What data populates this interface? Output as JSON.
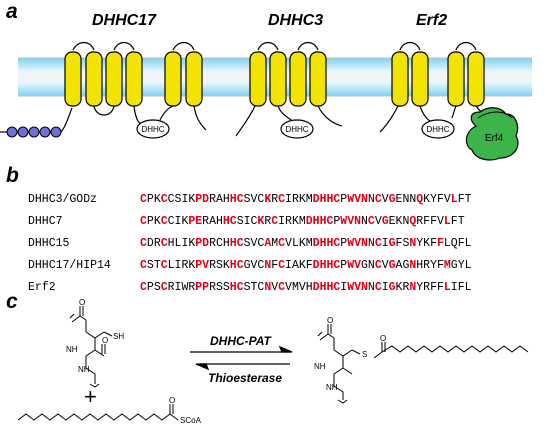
{
  "panel_a": {
    "letter": "a",
    "proteins": [
      "DHHC17",
      "DHHC3",
      "Erf2"
    ],
    "domain_label": "DHHC",
    "partner_label": "Erf4"
  },
  "panel_b": {
    "letter": "b",
    "alignment": [
      {
        "name": "DHHC3/GODz",
        "seq": "CPKCCSIKPDRAHHCSVCKRCIRKMDHHCPWVNNCVGENNQKYFVLFT",
        "red": [
          0,
          3,
          8,
          9,
          13,
          14,
          18,
          20,
          25,
          26,
          27,
          28,
          30,
          31,
          32,
          34,
          36,
          40,
          45
        ]
      },
      {
        "name": "DHHC7",
        "seq": "CPKCCIKPERAHHCSICKRCIRKMDHHCPWVNNCVGEKNQRFFVLFT",
        "red": [
          0,
          3,
          7,
          8,
          12,
          13,
          17,
          19,
          24,
          25,
          26,
          27,
          29,
          30,
          31,
          33,
          35,
          39,
          44
        ]
      },
      {
        "name": "DHHC15",
        "seq": "CDRCHLIKPDRCHHCSVCAMCVLKMDHHCPWVNNCIGFSNYKFFLQFL",
        "red": [
          0,
          3,
          8,
          9,
          13,
          14,
          18,
          20,
          25,
          26,
          27,
          28,
          30,
          31,
          32,
          34,
          36,
          39,
          43
        ]
      },
      {
        "name": "DHHC17/HIP14",
        "seq": "CSTCLIRKPVRSKHCGVCNFCIAKFDHHCPWVGNCVGAGNHRYFMGYL",
        "red": [
          0,
          3,
          8,
          9,
          13,
          14,
          18,
          20,
          25,
          26,
          27,
          28,
          30,
          31,
          34,
          36,
          39,
          44
        ]
      },
      {
        "name": "Erf2",
        "seq": "CPSCRIWRPPRSSHCSTCNVCVMVHDHHCIWVNNCIGKRNYRFFLIFL",
        "red": [
          0,
          3,
          8,
          9,
          13,
          14,
          18,
          20,
          25,
          26,
          27,
          28,
          30,
          31,
          32,
          34,
          36,
          39,
          44
        ]
      }
    ]
  },
  "panel_c": {
    "letter": "c",
    "forward_label": "DHHC-PAT",
    "reverse_label": "Thioesterase",
    "plus": "+",
    "sh": "SH",
    "nh": "NH",
    "s": "S",
    "scoa": "SCoA",
    "o": "O"
  }
}
